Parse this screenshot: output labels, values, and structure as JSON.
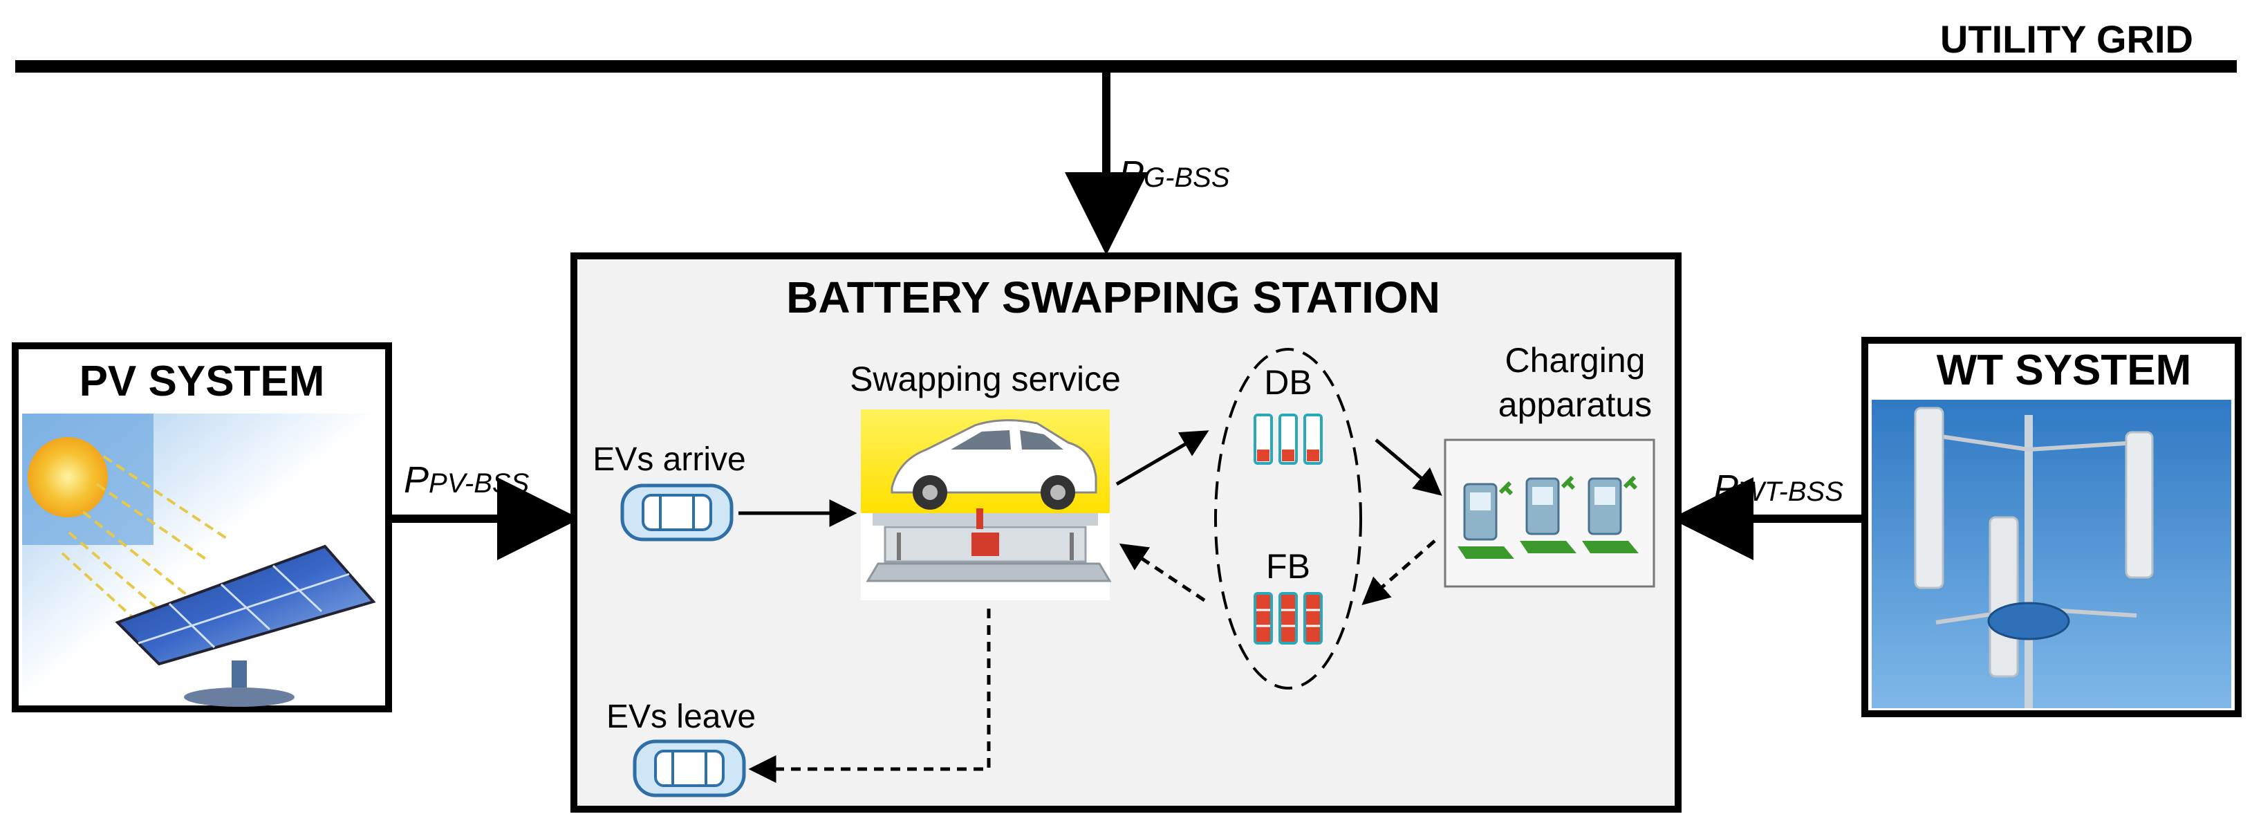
{
  "grid": {
    "label": "UTILITY GRID"
  },
  "power_flows": {
    "grid_to_bss": {
      "main": "P",
      "sub": "G-BSS"
    },
    "pv_to_bss": {
      "main": "P",
      "sub": "PV-BSS"
    },
    "wt_to_bss": {
      "main": "P",
      "sub": "WT-BSS"
    }
  },
  "pv_system": {
    "title": "PV SYSTEM"
  },
  "wt_system": {
    "title": "WT SYSTEM"
  },
  "bss": {
    "title": "BATTERY SWAPPING STATION",
    "evs_arrive": "EVs arrive",
    "swapping_service": "Swapping service",
    "evs_leave": "EVs leave",
    "depleted_batteries": "DB",
    "full_batteries": "FB",
    "charging_line1": "Charging",
    "charging_line2": "apparatus"
  },
  "colors": {
    "line": "#000000",
    "station_bg": "#f2f2f2",
    "highlight_yellow": "#ffee00",
    "ev_blue": "#4a9bd6",
    "battery_teal": "#2aa7b8",
    "battery_red": "#e0442c",
    "charger_green": "#3c9a2c",
    "sky_blue": "#3f8bd0"
  }
}
